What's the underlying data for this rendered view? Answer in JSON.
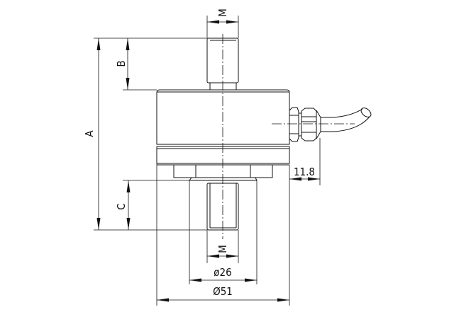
{
  "drawing": {
    "labels": {
      "thread_top": "M",
      "thread_bottom": "M",
      "overall_height": "A",
      "top_stud_height": "B",
      "bottom_stud_height": "C",
      "gland_offset": "11.8",
      "neck_diameter": "ø26",
      "body_diameter": "Ø51"
    }
  }
}
